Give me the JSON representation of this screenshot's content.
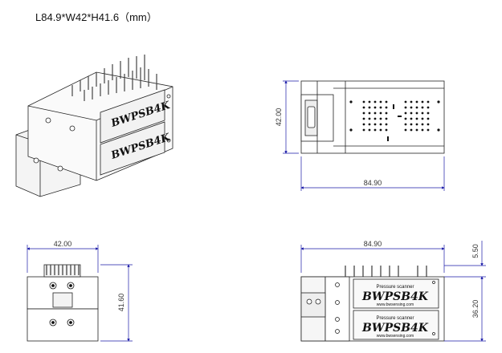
{
  "header": {
    "title": "L84.9*W42*H41.6（mm）"
  },
  "dimensions": {
    "top_height": "42.00",
    "top_length": "84.90",
    "left_width": "42.00",
    "left_height": "41.60",
    "right_length": "84.90",
    "right_top": "5.50",
    "right_height": "36.20"
  },
  "labels": {
    "brand": "BWPSB4K",
    "subtitle": "Pressure scanner",
    "website": "www.bwsensing.com"
  },
  "colors": {
    "line": "#222222",
    "dimension": "#1a1aa8",
    "hole": "#111111"
  }
}
